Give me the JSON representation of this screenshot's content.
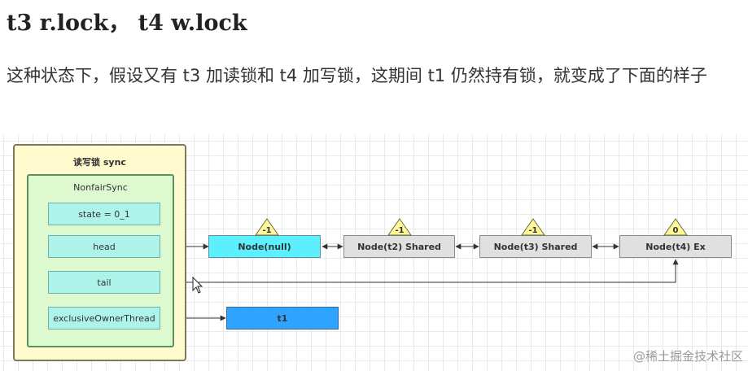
{
  "heading": "t3 r.lock， t4 w.lock",
  "paragraph": "这种状态下，假设又有 t3 加读锁和 t4 加写锁，这期间 t1 仍然持有锁，就变成了下面的样子",
  "diagram": {
    "outer_label": "读写锁 sync",
    "inner_label": "NonfairSync",
    "fields": {
      "state": "state = 0_1",
      "head": "head",
      "tail": "tail",
      "owner": "exclusiveOwnerThread"
    },
    "nodes": [
      {
        "label": "Node(null)",
        "status": "-1"
      },
      {
        "label": "Node(t2) Shared",
        "status": "-1"
      },
      {
        "label": "Node(t3) Shared",
        "status": "-1"
      },
      {
        "label": "Node(t4) Ex",
        "status": "0"
      }
    ],
    "owner_thread": "t1",
    "colors": {
      "outer_fill": "#fffbcf",
      "inner_fill": "#dcf9cf",
      "field_fill": "#aef3e9",
      "head_node_fill": "#5cf0ff",
      "node_fill": "#e0e0e0",
      "owner_fill": "#2fa4ff",
      "status_triangle": "#fff79a"
    }
  },
  "watermark": "@稀土掘金技术社区"
}
